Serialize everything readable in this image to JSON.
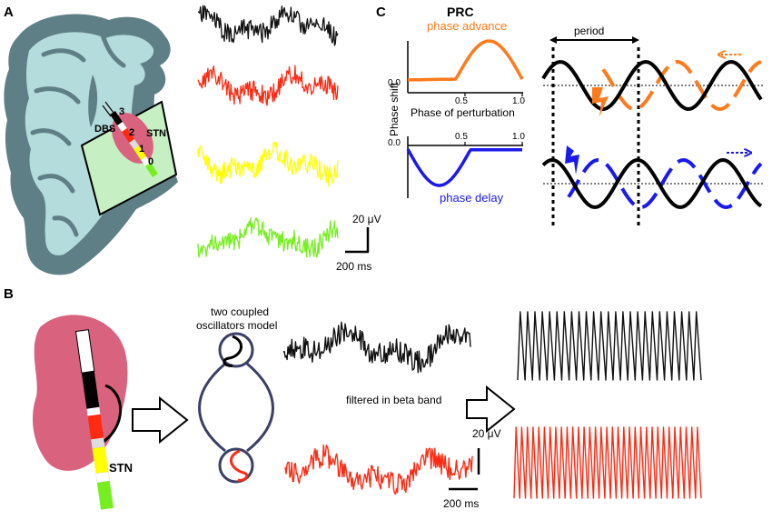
{
  "panels": {
    "a": "A",
    "b": "B",
    "c": "C"
  },
  "colors": {
    "black": "#111111",
    "red": "#ff2a12",
    "yellow": "#ffff00",
    "green": "#77ee22",
    "orange": "#ff7a1a",
    "blue": "#1a1aee",
    "brain": "#5f7f86",
    "brain_inner": "#b5dcdc",
    "stn": "#d9627e",
    "oscillator_ring": "#3a3f66"
  },
  "panel_a": {
    "labels": {
      "dbs": "DBS",
      "stn": "STN",
      "contacts": [
        "3",
        "2",
        "1",
        "0"
      ]
    },
    "scale": {
      "amplitude": "20 μV",
      "time": "200 ms"
    }
  },
  "panel_b": {
    "stn_label": "STN",
    "model_label_line1": "two coupled",
    "model_label_line2": "oscillators model",
    "filter_label": "filtered in beta band",
    "scale": {
      "amplitude": "20 μV",
      "time": "200 ms"
    }
  },
  "panel_c": {
    "title": "PRC",
    "advance_label": "phase advance",
    "delay_label": "phase delay",
    "y_label": "Phase shift",
    "x_label": "Phase of perturbation",
    "ticks_top": [
      "0.0",
      "0.5",
      "1.0"
    ],
    "ticks_bottom": [
      "0.5",
      "1.0"
    ],
    "zero_label_top": "0.0",
    "zero_label_bottom": "0.0",
    "period_label": "period"
  }
}
